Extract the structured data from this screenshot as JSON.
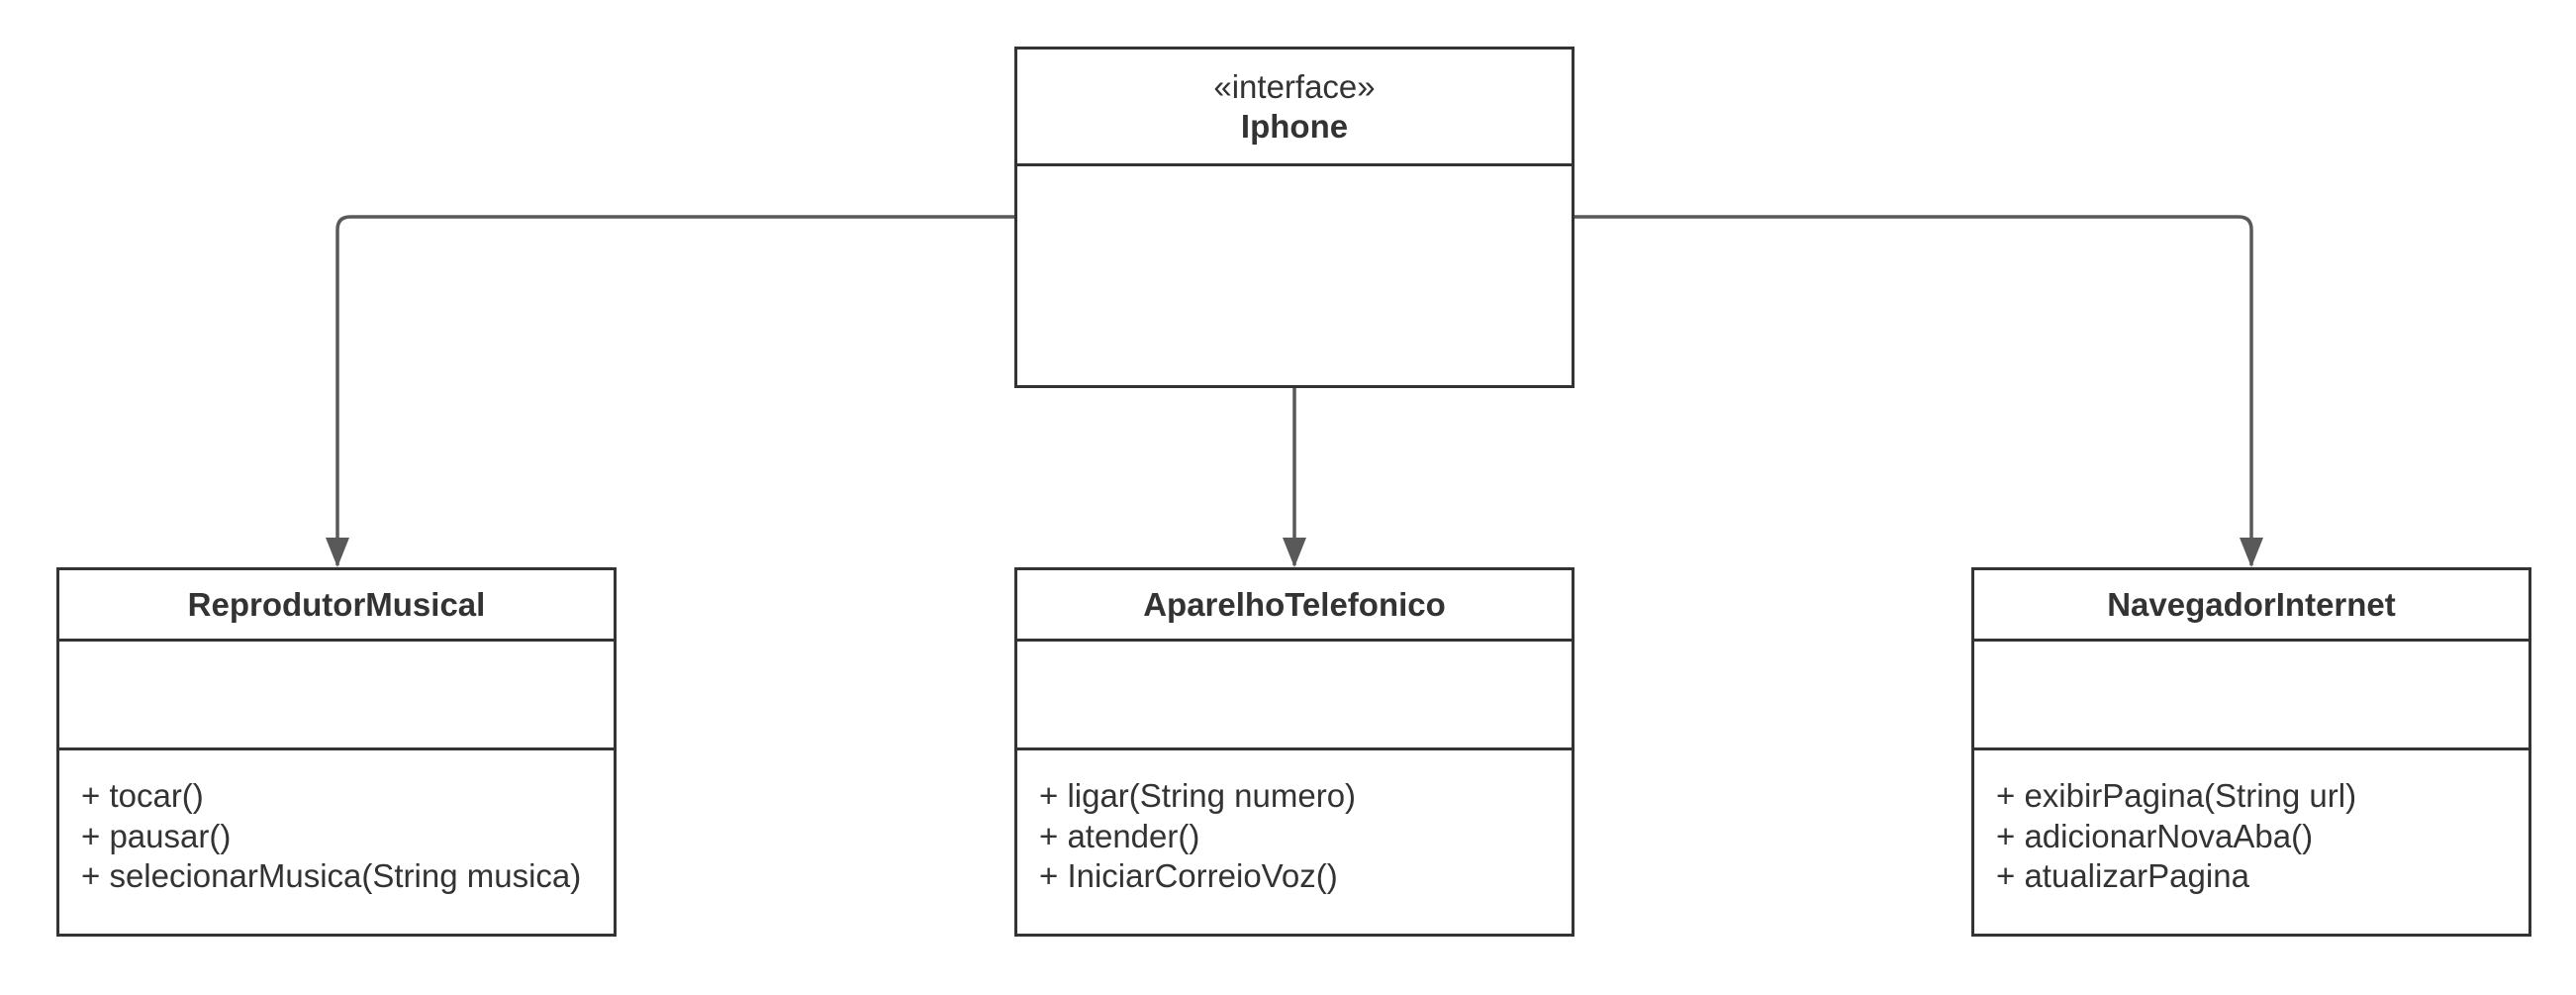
{
  "diagram": {
    "interface": {
      "stereotype": "«interface»",
      "name": "Iphone"
    },
    "classes": [
      {
        "name": "ReprodutorMusical",
        "methods": [
          "+ tocar()",
          "+ pausar()",
          "+ selecionarMusica(String musica)"
        ]
      },
      {
        "name": "AparelhoTelefonico",
        "methods": [
          "+ ligar(String numero)",
          "+ atender()",
          "+ IniciarCorreioVoz()"
        ]
      },
      {
        "name": "NavegadorInternet",
        "methods": [
          "+ exibirPagina(String url)",
          "+ adicionarNovaAba()",
          "+ atualizarPagina"
        ]
      }
    ],
    "colors": {
      "line": "#595959",
      "border": "#333333",
      "text": "#333333",
      "background": "#ffffff"
    }
  }
}
